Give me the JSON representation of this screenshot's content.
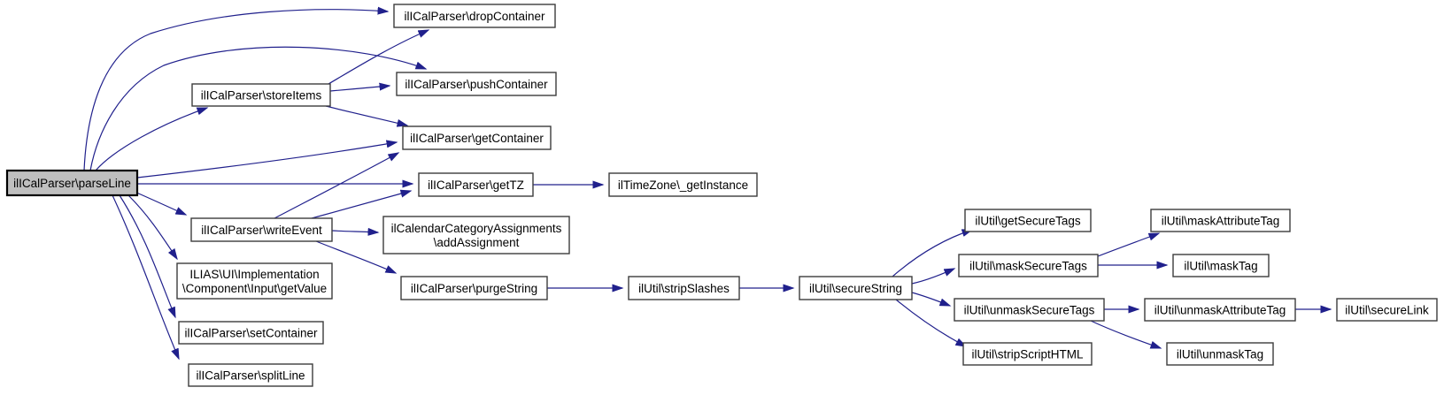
{
  "colors": {
    "edge": "#20208c",
    "node_border": "#3c3c3c",
    "node_fill": "#ffffff",
    "highlight_fill": "#bfbfbf",
    "highlight_border": "#000000",
    "text": "#000000",
    "background": "#ffffff"
  },
  "diagram": {
    "type": "call-graph",
    "root": "ilICalParser\\parseLine",
    "nodes": [
      {
        "id": "parseLine",
        "lines": [
          "ilICalParser\\parseLine"
        ],
        "highlighted": true
      },
      {
        "id": "storeItems",
        "lines": [
          "ilICalParser\\storeItems"
        ],
        "highlighted": false
      },
      {
        "id": "dropContainer",
        "lines": [
          "ilICalParser\\dropContainer"
        ],
        "highlighted": false
      },
      {
        "id": "pushContainer",
        "lines": [
          "ilICalParser\\pushContainer"
        ],
        "highlighted": false
      },
      {
        "id": "getContainer",
        "lines": [
          "ilICalParser\\getContainer"
        ],
        "highlighted": false
      },
      {
        "id": "getTZ",
        "lines": [
          "ilICalParser\\getTZ"
        ],
        "highlighted": false
      },
      {
        "id": "getInstance",
        "lines": [
          "ilTimeZone\\_getInstance"
        ],
        "highlighted": false
      },
      {
        "id": "writeEvent",
        "lines": [
          "ilICalParser\\writeEvent"
        ],
        "highlighted": false
      },
      {
        "id": "addAssignment",
        "lines": [
          "ilCalendarCategoryAssignments",
          "\\addAssignment"
        ],
        "highlighted": false
      },
      {
        "id": "getValue",
        "lines": [
          "ILIAS\\UI\\Implementation",
          "\\Component\\Input\\getValue"
        ],
        "highlighted": false
      },
      {
        "id": "purgeString",
        "lines": [
          "ilICalParser\\purgeString"
        ],
        "highlighted": false
      },
      {
        "id": "stripSlashes",
        "lines": [
          "ilUtil\\stripSlashes"
        ],
        "highlighted": false
      },
      {
        "id": "secureString",
        "lines": [
          "ilUtil\\secureString"
        ],
        "highlighted": false
      },
      {
        "id": "setContainer",
        "lines": [
          "ilICalParser\\setContainer"
        ],
        "highlighted": false
      },
      {
        "id": "splitLine",
        "lines": [
          "ilICalParser\\splitLine"
        ],
        "highlighted": false
      },
      {
        "id": "getSecureTags",
        "lines": [
          "ilUtil\\getSecureTags"
        ],
        "highlighted": false
      },
      {
        "id": "maskSecureTags",
        "lines": [
          "ilUtil\\maskSecureTags"
        ],
        "highlighted": false
      },
      {
        "id": "maskAttributeTag",
        "lines": [
          "ilUtil\\maskAttributeTag"
        ],
        "highlighted": false
      },
      {
        "id": "maskTag",
        "lines": [
          "ilUtil\\maskTag"
        ],
        "highlighted": false
      },
      {
        "id": "unmaskSecureTags",
        "lines": [
          "ilUtil\\unmaskSecureTags"
        ],
        "highlighted": false
      },
      {
        "id": "unmaskAttributeTag",
        "lines": [
          "ilUtil\\unmaskAttributeTag"
        ],
        "highlighted": false
      },
      {
        "id": "secureLink",
        "lines": [
          "ilUtil\\secureLink"
        ],
        "highlighted": false
      },
      {
        "id": "stripScriptHTML",
        "lines": [
          "ilUtil\\stripScriptHTML"
        ],
        "highlighted": false
      },
      {
        "id": "unmaskTag",
        "lines": [
          "ilUtil\\unmaskTag"
        ],
        "highlighted": false
      }
    ],
    "edges": [
      {
        "from": "parseLine",
        "to": "dropContainer"
      },
      {
        "from": "parseLine",
        "to": "pushContainer"
      },
      {
        "from": "parseLine",
        "to": "storeItems"
      },
      {
        "from": "parseLine",
        "to": "getContainer"
      },
      {
        "from": "parseLine",
        "to": "getTZ"
      },
      {
        "from": "parseLine",
        "to": "writeEvent"
      },
      {
        "from": "parseLine",
        "to": "getValue"
      },
      {
        "from": "parseLine",
        "to": "setContainer"
      },
      {
        "from": "parseLine",
        "to": "splitLine"
      },
      {
        "from": "storeItems",
        "to": "dropContainer"
      },
      {
        "from": "storeItems",
        "to": "pushContainer"
      },
      {
        "from": "storeItems",
        "to": "getContainer"
      },
      {
        "from": "writeEvent",
        "to": "getContainer"
      },
      {
        "from": "writeEvent",
        "to": "getTZ"
      },
      {
        "from": "writeEvent",
        "to": "addAssignment"
      },
      {
        "from": "writeEvent",
        "to": "purgeString"
      },
      {
        "from": "getTZ",
        "to": "getInstance"
      },
      {
        "from": "purgeString",
        "to": "stripSlashes"
      },
      {
        "from": "stripSlashes",
        "to": "secureString"
      },
      {
        "from": "secureString",
        "to": "getSecureTags"
      },
      {
        "from": "secureString",
        "to": "maskSecureTags"
      },
      {
        "from": "secureString",
        "to": "unmaskSecureTags"
      },
      {
        "from": "secureString",
        "to": "stripScriptHTML"
      },
      {
        "from": "maskSecureTags",
        "to": "maskAttributeTag"
      },
      {
        "from": "maskSecureTags",
        "to": "maskTag"
      },
      {
        "from": "unmaskSecureTags",
        "to": "unmaskAttributeTag"
      },
      {
        "from": "unmaskSecureTags",
        "to": "unmaskTag"
      },
      {
        "from": "unmaskAttributeTag",
        "to": "secureLink"
      }
    ]
  }
}
